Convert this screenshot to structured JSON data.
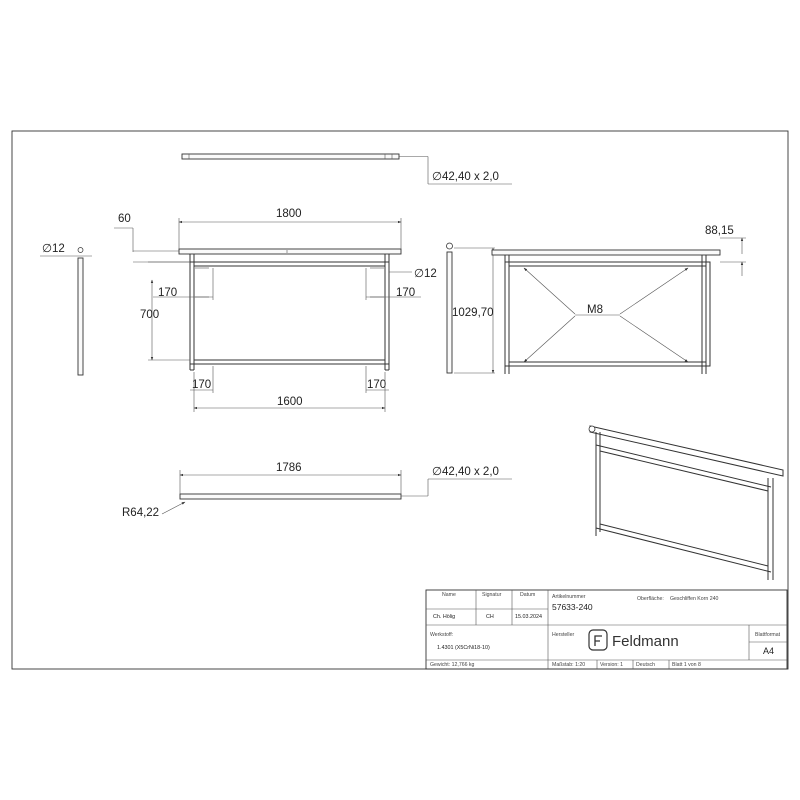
{
  "dimensions": {
    "top_tube_spec": "∅42,40 x 2,0",
    "overhang": "60",
    "overall_length": "1800",
    "offset_right": "88,15",
    "pin_diameter_left": "∅12",
    "pin_diameter_right": "∅12",
    "inner_offset_top_left": "170",
    "inner_offset_top_right": "170",
    "frame_height": "700",
    "inner_offset_bottom_left": "170",
    "inner_offset_bottom_right": "170",
    "frame_width": "1600",
    "total_height": "1029,70",
    "thread": "M8",
    "bottom_tube_length": "1786",
    "bottom_tube_spec": "∅42,40 x 2,0",
    "bend_radius": "R64,22"
  },
  "title_block": {
    "name_label": "Name",
    "signature_label": "Signatur",
    "date_label": "Datum",
    "name_value": "Ch. Hölig",
    "signature_value": "CH",
    "date_value": "15.03.2024",
    "article_label": "Artikelnummer",
    "article_number": "57633-240",
    "surface_label": "Oberfläche:",
    "surface_value": "Geschliffen Korn 240",
    "material_label": "Werkstoff:",
    "material_value": "1.4301 (X5CrNi18-10)",
    "manufacturer_label": "Hersteller",
    "logo_text": "Feldmann",
    "sheet_format_label": "Blattformat",
    "sheet_format_value": "A4",
    "weight": "Gewicht: 12,766 kg",
    "scale": "Maßstab: 1:20",
    "version": "Version: 1",
    "language": "Deutsch",
    "sheet": "Blatt 1 von 8"
  }
}
